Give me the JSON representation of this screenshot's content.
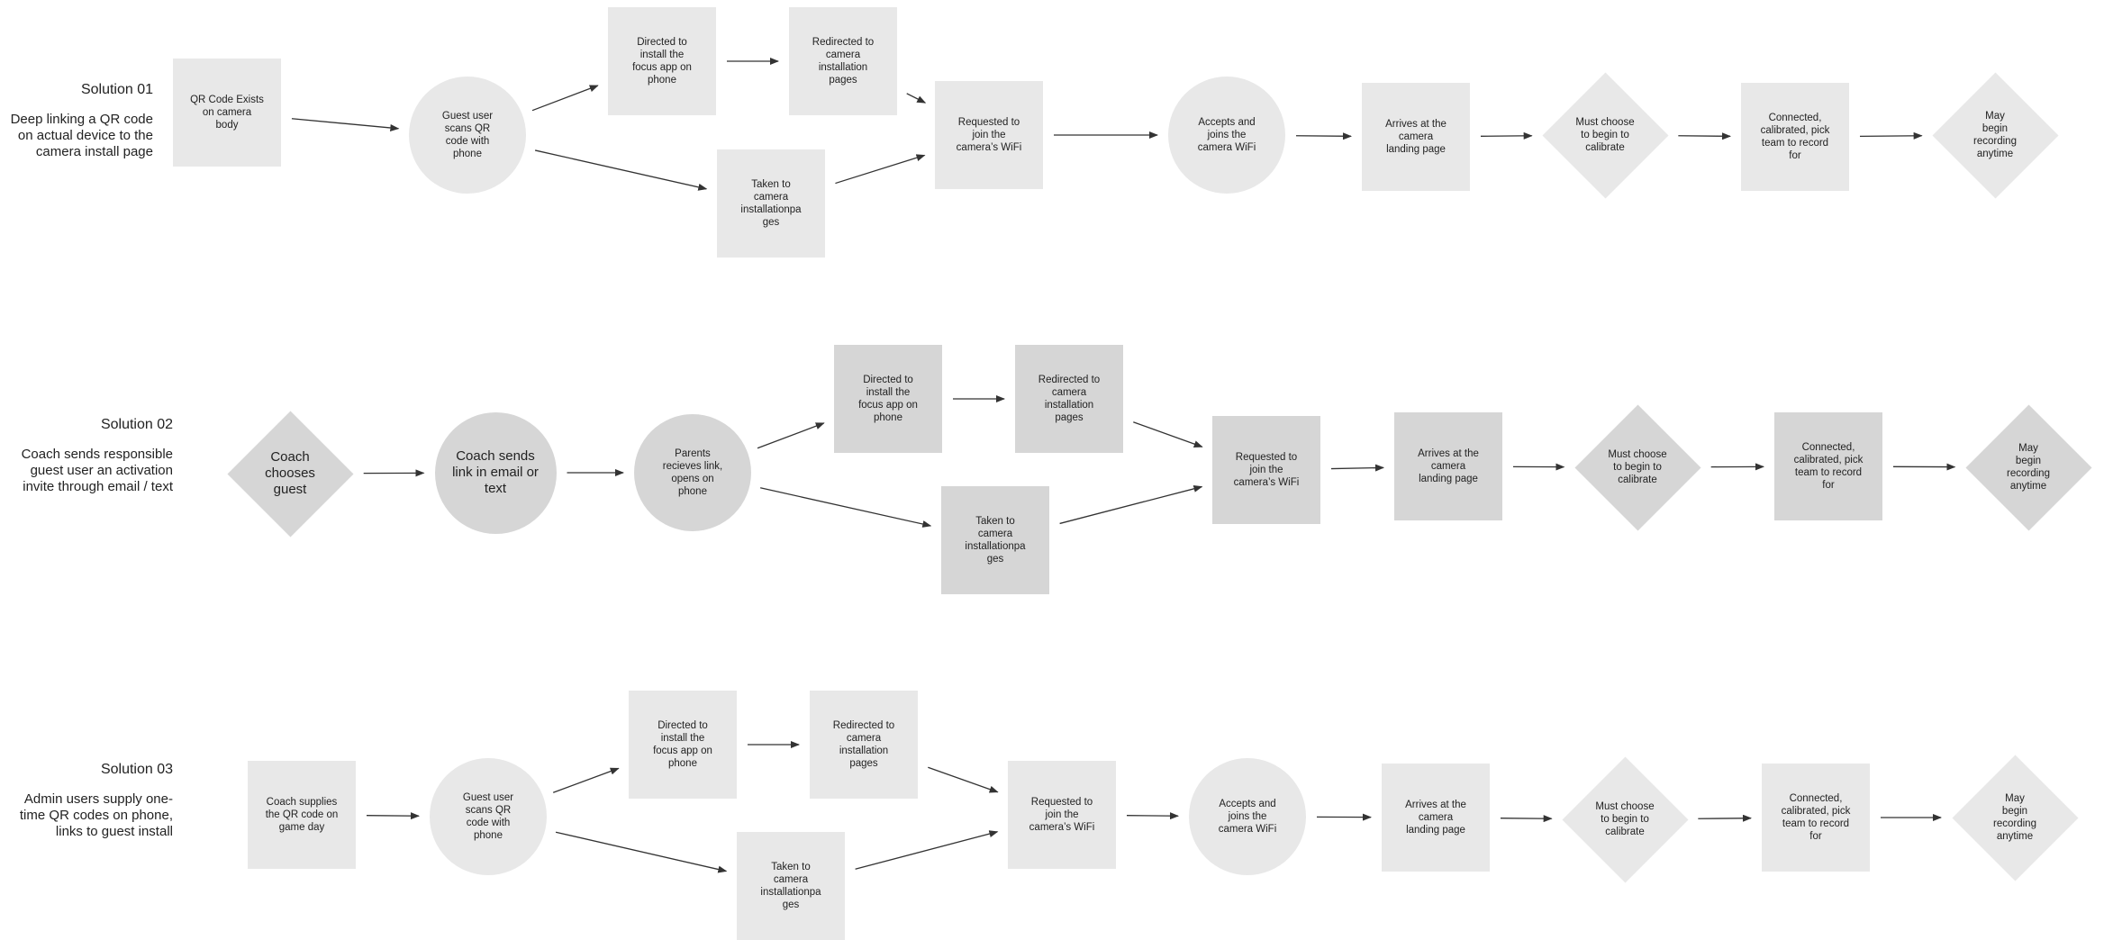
{
  "colors": {
    "light": "#e8e8e8",
    "dark": "#d6d6d6",
    "arrow": "#333333",
    "text": "#222222"
  },
  "rows": [
    {
      "title": "Solution 01",
      "description": "Deep linking a QR code\non actual device to the\ncamera install page",
      "nodes": [
        {
          "shape": "rect",
          "text": "QR Code Exists\non camera\nbody"
        },
        {
          "shape": "circle",
          "text": "Guest user\nscans QR\ncode with\nphone"
        },
        {
          "shape": "rect",
          "text": "Directed to\ninstall the\nfocus app on\nphone"
        },
        {
          "shape": "rect",
          "text": "Redirected to\ncamera\ninstallation\npages"
        },
        {
          "shape": "rect",
          "text": "Taken to\ncamera\ninstallationpa\nges"
        },
        {
          "shape": "rect",
          "text": "Requested to\njoin the\ncamera’s WiFi"
        },
        {
          "shape": "circle",
          "text": "Accepts and\njoins the\ncamera WiFi"
        },
        {
          "shape": "rect",
          "text": "Arrives at the\ncamera\nlanding page"
        },
        {
          "shape": "diamond",
          "text": "Must  choose\nto begin to\ncalibrate"
        },
        {
          "shape": "rect",
          "text": "Connected,\ncalibrated, pick\nteam to record\nfor"
        },
        {
          "shape": "diamond",
          "text": "May\nbegin\nrecording\nanytime"
        }
      ]
    },
    {
      "title": "Solution 02",
      "description": "Coach sends responsible\nguest user an activation\ninvite through email / text",
      "nodes": [
        {
          "shape": "diamond",
          "text": "Coach\nchooses\nguest"
        },
        {
          "shape": "circle",
          "text": "Coach sends\nlink in email or\ntext"
        },
        {
          "shape": "circle",
          "text": "Parents\nrecieves link,\nopens on\nphone"
        },
        {
          "shape": "rect",
          "text": "Directed to\ninstall the\nfocus app on\nphone"
        },
        {
          "shape": "rect",
          "text": "Redirected to\ncamera\ninstallation\npages"
        },
        {
          "shape": "rect",
          "text": "Taken to\ncamera\ninstallationpa\nges"
        },
        {
          "shape": "rect",
          "text": "Requested to\njoin the\ncamera’s WiFi"
        },
        {
          "shape": "rect",
          "text": "Arrives at the\ncamera\nlanding page"
        },
        {
          "shape": "diamond",
          "text": "Must  choose\nto begin to\ncalibrate"
        },
        {
          "shape": "rect",
          "text": "Connected,\ncalibrated, pick\nteam to record\nfor"
        },
        {
          "shape": "diamond",
          "text": "May\nbegin\nrecording\nanytime"
        }
      ]
    },
    {
      "title": "Solution 03",
      "description": "Admin users supply one-\ntime QR codes on phone,\nlinks to guest install",
      "nodes": [
        {
          "shape": "rect",
          "text": "Coach supplies\nthe QR code on\ngame day"
        },
        {
          "shape": "circle",
          "text": "Guest user\nscans QR\ncode with\nphone"
        },
        {
          "shape": "rect",
          "text": "Directed to\ninstall the\nfocus app on\nphone"
        },
        {
          "shape": "rect",
          "text": "Redirected to\ncamera\ninstallation\npages"
        },
        {
          "shape": "rect",
          "text": "Taken to\ncamera\ninstallationpa\nges"
        },
        {
          "shape": "rect",
          "text": "Requested to\njoin the\ncamera’s WiFi"
        },
        {
          "shape": "circle",
          "text": "Accepts and\njoins the\ncamera WiFi"
        },
        {
          "shape": "rect",
          "text": "Arrives at the\ncamera\nlanding page"
        },
        {
          "shape": "diamond",
          "text": "Must  choose\nto begin to\ncalibrate"
        },
        {
          "shape": "rect",
          "text": "Connected,\ncalibrated, pick\nteam to record\nfor"
        },
        {
          "shape": "diamond",
          "text": "May\nbegin\nrecording\nanytime"
        }
      ]
    }
  ]
}
